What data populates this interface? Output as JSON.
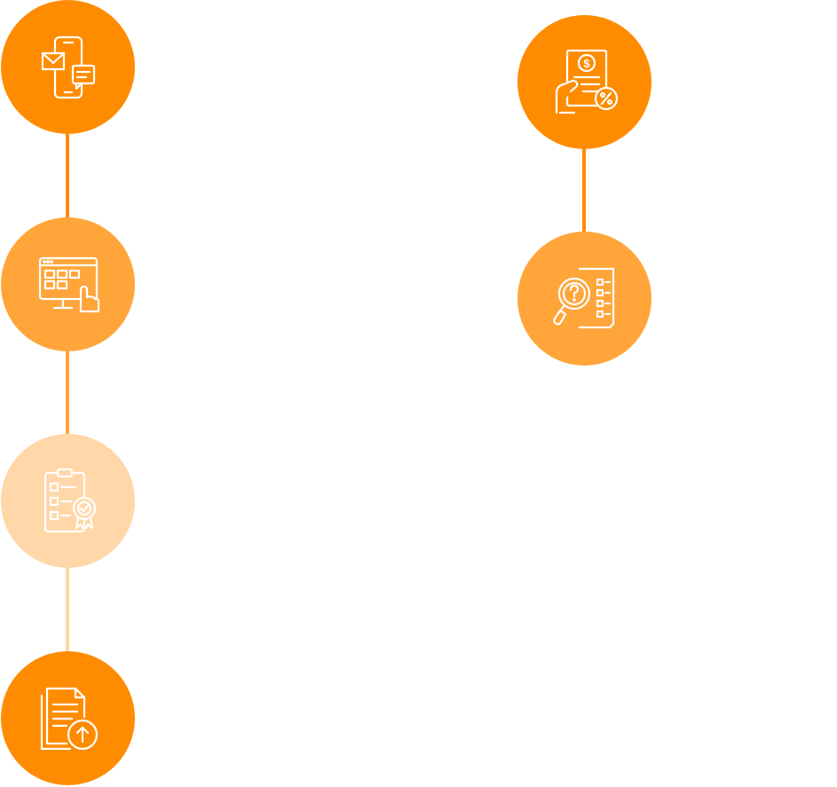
{
  "colors": {
    "primary": "#FF8C00",
    "medium": "#FFA53A",
    "light": "#FFD7A8",
    "icon_stroke": "#ffffff"
  },
  "timeline_left": {
    "steps": [
      {
        "icon": "mobile-message-icon",
        "tone": "primary"
      },
      {
        "icon": "online-shop-icon",
        "tone": "medium"
      },
      {
        "icon": "checklist-certified-icon",
        "tone": "light"
      },
      {
        "icon": "document-upload-icon",
        "tone": "primary"
      }
    ]
  },
  "timeline_right": {
    "steps": [
      {
        "icon": "invoice-discount-icon",
        "tone": "primary"
      },
      {
        "icon": "document-search-icon",
        "tone": "medium"
      }
    ]
  }
}
